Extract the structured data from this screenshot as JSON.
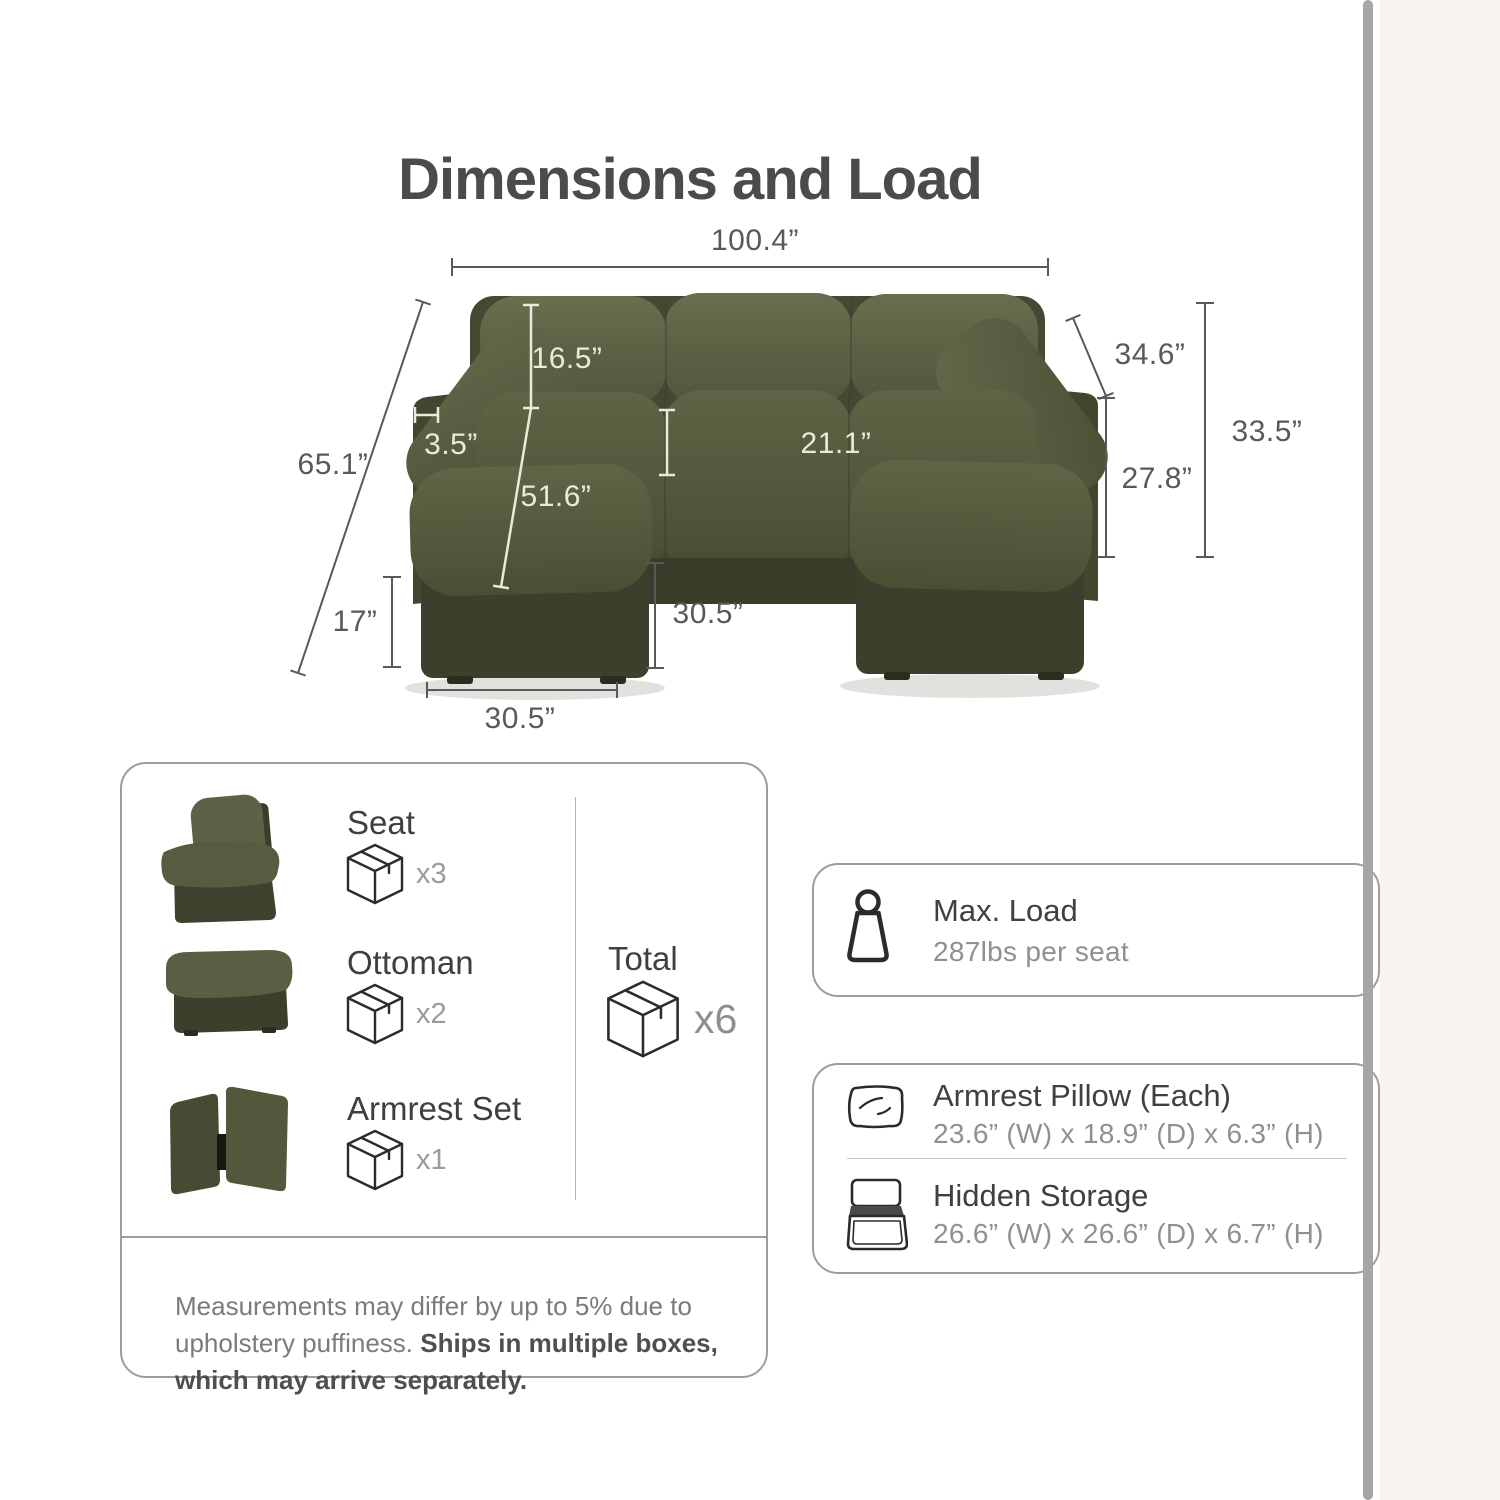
{
  "page": {
    "title": "Dimensions and Load",
    "background_color": "#ffffff",
    "side_panel_color": "#f7f3ee",
    "scrollbar_color": "#a6a6a6",
    "accent_text_color": "#4b4b4b",
    "sofa_color": "#555a3e"
  },
  "diagram": {
    "dims": {
      "overall_width": "100.4”",
      "overall_depth": "65.1”",
      "back_cushion_height": "16.5”",
      "armrest_inset": "3.5”",
      "seat_plus_ottoman_depth": "51.6”",
      "seat_depth": "21.1”",
      "ottoman_height": "17”",
      "ottoman_width": "30.5”",
      "seat_front_height": "30.5”",
      "armrest_pillow_height": "34.6”",
      "arm_height": "27.8”",
      "overall_height": "33.5”"
    }
  },
  "modules": {
    "items": [
      {
        "label": "Seat",
        "count": "x3",
        "icon": "shipping-box"
      },
      {
        "label": "Ottoman",
        "count": "x2",
        "icon": "shipping-box"
      },
      {
        "label": "Armrest Set",
        "count": "x1",
        "icon": "shipping-box"
      }
    ],
    "total_label": "Total",
    "total_count": "x6",
    "total_icon": "shipping-box",
    "disclaimer_normal": "Measurements may differ by up to 5% due to upholstery puffiness. ",
    "disclaimer_bold": "Ships in multiple boxes, which may arrive separately."
  },
  "info": {
    "max_load": {
      "title": "Max. Load",
      "value": "287lbs per seat",
      "icon": "weight"
    },
    "armrest_pillow": {
      "title": "Armrest Pillow (Each)",
      "value": "23.6” (W) x 18.9” (D) x 6.3” (H)",
      "icon": "pillow"
    },
    "hidden_storage": {
      "title": "Hidden Storage",
      "value": "26.6” (W) x 26.6” (D) x 6.7” (H)",
      "icon": "storage-box"
    }
  }
}
